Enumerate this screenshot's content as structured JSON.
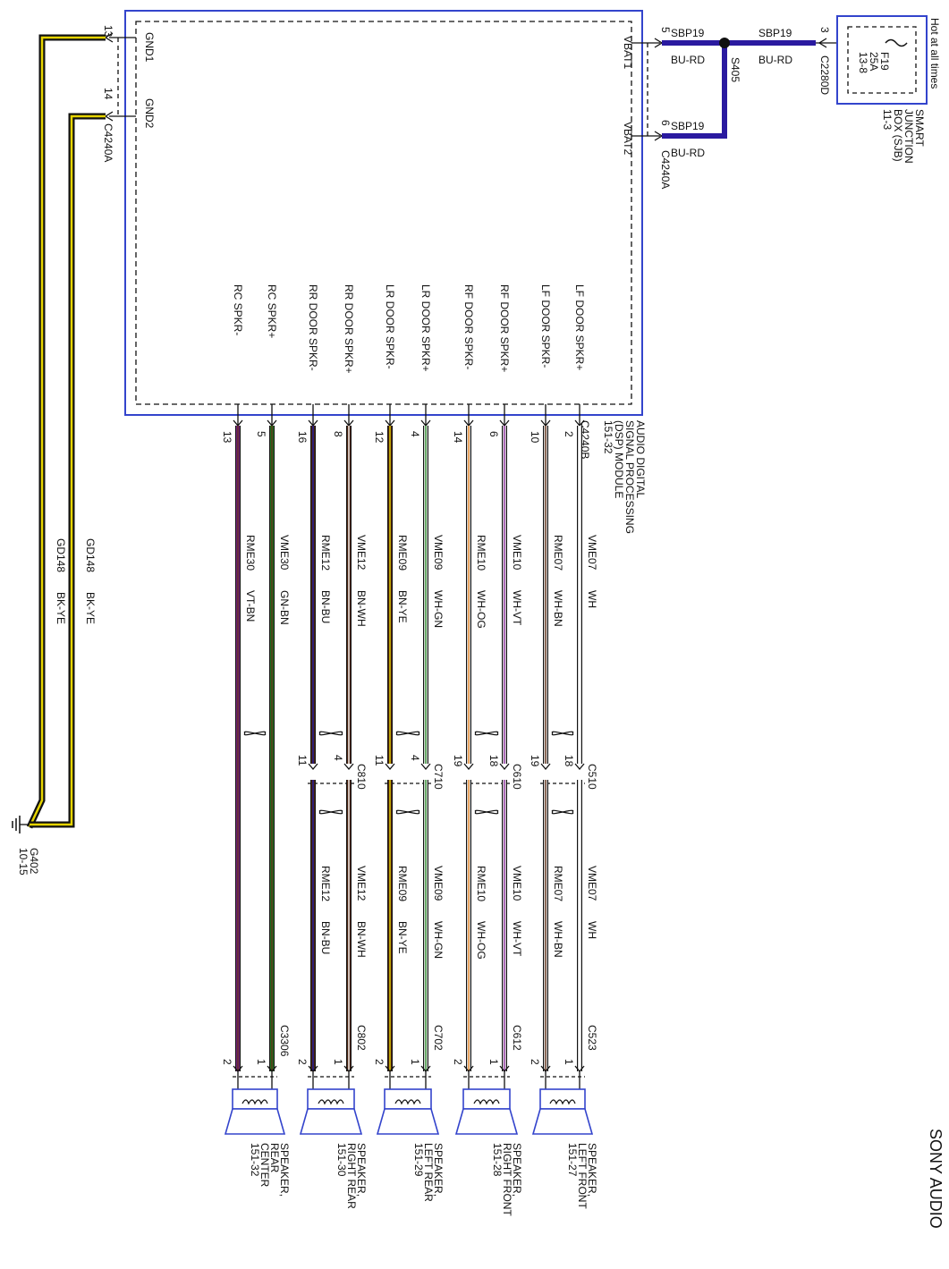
{
  "title": "SONY AUDIO",
  "colors": {
    "module_border": "#3344cc",
    "wire_bu_rd": "#2a1aa0",
    "wire_bk_ye_outer": "#111111",
    "wire_bk_ye_inner": "#e6d400",
    "splice_dot": "#111111",
    "line": "#111111"
  },
  "module": {
    "name_lines": [
      "AUDIO DIGITAL",
      "SIGNAL PROCESSING",
      "(DSP) MODULE",
      "151-32"
    ],
    "connector_b": "C4240B",
    "connector_a_top": "C4240A",
    "connector_a_bottom": "C4240A"
  },
  "ground_pins": [
    {
      "pin": "13",
      "name": "GND1"
    },
    {
      "pin": "14",
      "name": "GND2"
    }
  ],
  "ground_wires": [
    {
      "circuit": "GD148",
      "color": "BK-YE"
    },
    {
      "circuit": "GD148",
      "color": "BK-YE"
    }
  ],
  "ground": {
    "name": "G402",
    "ref": "10-15"
  },
  "power_pins": [
    {
      "pin": "5",
      "name": "VBAT1",
      "circuit": "SBP19",
      "color": "BU-RD"
    },
    {
      "pin": "6",
      "name": "VBAT2",
      "circuit": "SBP19",
      "color": "BU-RD"
    }
  ],
  "splice": "S405",
  "feed": {
    "circuit": "SBP19",
    "color": "BU-RD",
    "pin": "3",
    "connector": "C2280D"
  },
  "sjb": {
    "hot_label": "Hot at all times",
    "fuse": "F19",
    "rating": "25A",
    "fuse_ref": "13-8",
    "name_lines": [
      "SMART",
      "JUNCTION",
      "BOX (SJB)",
      "11-3"
    ]
  },
  "speaker_groups": [
    {
      "inline_connector": "C510",
      "speaker_connector": "C523",
      "speaker_lines": [
        "SPEAKER,",
        "LEFT FRONT",
        "151-27"
      ],
      "wires": [
        {
          "pin_name": "LF DOOR SPKR+",
          "module_pin": "2",
          "circuit": "VME07",
          "color": "WH",
          "inline_pin": "18",
          "speaker_pin": "1"
        },
        {
          "pin_name": "LF DOOR SPKR-",
          "module_pin": "10",
          "circuit": "RME07",
          "color": "WH-BN",
          "inline_pin": "19",
          "speaker_pin": "2"
        }
      ]
    },
    {
      "inline_connector": "C610",
      "speaker_connector": "C612",
      "speaker_lines": [
        "SPEAKER,",
        "RIGHT FRONT",
        "151-28"
      ],
      "wires": [
        {
          "pin_name": "RF DOOR SPKR+",
          "module_pin": "6",
          "circuit": "VME10",
          "color": "WH-VT",
          "inline_pin": "18",
          "speaker_pin": "1"
        },
        {
          "pin_name": "RF DOOR SPKR-",
          "module_pin": "14",
          "circuit": "RME10",
          "color": "WH-OG",
          "inline_pin": "19",
          "speaker_pin": "2"
        }
      ]
    },
    {
      "inline_connector": "C710",
      "speaker_connector": "C702",
      "speaker_lines": [
        "SPEAKER,",
        "LEFT REAR",
        "151-29"
      ],
      "wires": [
        {
          "pin_name": "LR DOOR SPKR+",
          "module_pin": "4",
          "circuit": "VME09",
          "color": "WH-GN",
          "inline_pin": "4",
          "speaker_pin": "1"
        },
        {
          "pin_name": "LR DOOR SPKR-",
          "module_pin": "12",
          "circuit": "RME09",
          "color": "BN-YE",
          "inline_pin": "11",
          "speaker_pin": "2"
        }
      ]
    },
    {
      "inline_connector": "C810",
      "speaker_connector": "C802",
      "speaker_lines": [
        "SPEAKER,",
        "RIGHT REAR",
        "151-30"
      ],
      "wires": [
        {
          "pin_name": "RR DOOR SPKR+",
          "module_pin": "8",
          "circuit": "VME12",
          "color": "BN-WH",
          "inline_pin": "4",
          "speaker_pin": "1"
        },
        {
          "pin_name": "RR DOOR SPKR-",
          "module_pin": "16",
          "circuit": "RME12",
          "color": "BN-BU",
          "inline_pin": "11",
          "speaker_pin": "2"
        }
      ]
    },
    {
      "inline_connector": "",
      "speaker_connector": "C3306",
      "speaker_lines": [
        "SPEAKER,",
        "REAR",
        "CENTER",
        "151-32"
      ],
      "wires": [
        {
          "pin_name": "RC SPKR+",
          "module_pin": "5",
          "circuit": "VME30",
          "color": "GN-BN",
          "inline_pin": "",
          "speaker_pin": "1"
        },
        {
          "pin_name": "RC SPKR-",
          "module_pin": "13",
          "circuit": "RME30",
          "color": "VT-BN",
          "inline_pin": "",
          "speaker_pin": "2"
        }
      ]
    }
  ]
}
